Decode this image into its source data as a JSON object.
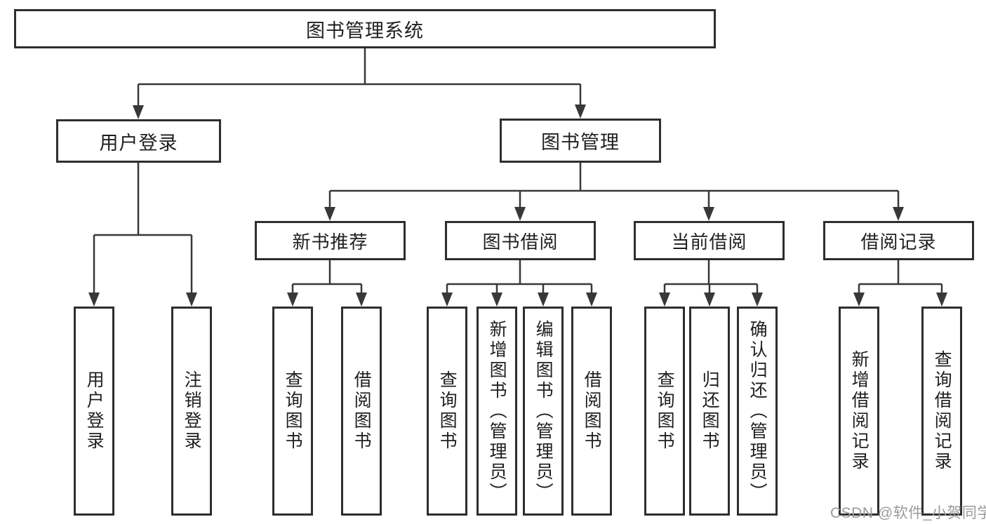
{
  "diagram": {
    "root": {
      "label": "图书管理系统"
    },
    "level2": [
      {
        "label": "用户登录",
        "children": [
          {
            "label": "用户登录"
          },
          {
            "label": "注销登录"
          }
        ]
      },
      {
        "label": "图书管理",
        "children": [
          {
            "label": "新书推荐",
            "children": [
              {
                "label": "查询图书"
              },
              {
                "label": "借阅图书"
              }
            ]
          },
          {
            "label": "图书借阅",
            "children": [
              {
                "label": "查询图书"
              },
              {
                "label": "新增图书（管理员）"
              },
              {
                "label": "编辑图书（管理员）"
              },
              {
                "label": "借阅图书"
              }
            ]
          },
          {
            "label": "当前借阅",
            "children": [
              {
                "label": "查询图书"
              },
              {
                "label": "归还图书"
              },
              {
                "label": "确认归还（管理员）"
              }
            ]
          },
          {
            "label": "借阅记录",
            "children": [
              {
                "label": "新增借阅记录"
              },
              {
                "label": "查询借阅记录"
              }
            ]
          }
        ]
      }
    ],
    "watermark": "CSDN @软件_小贺同学",
    "colors": {
      "line": "#383838",
      "border": "#2e2e2e",
      "text": "#1f1f1f",
      "background": "#ffffff",
      "watermark": "#9a9a9a"
    }
  }
}
